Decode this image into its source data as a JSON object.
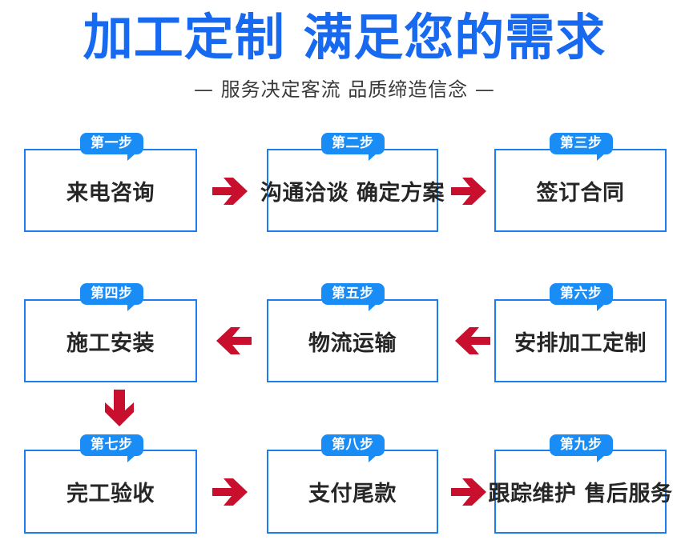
{
  "header": {
    "title": "加工定制 满足您的需求",
    "subtitle": "— 服务决定客流 品质缔造信念 —",
    "title_color": "#1769f0",
    "subtitle_color": "#3a3a3a"
  },
  "theme": {
    "box_border_color": "#1a7ef0",
    "badge_color": "#1a8cf5",
    "arrow_color": "#c8102e",
    "box_text_color": "#262626",
    "background": "#ffffff"
  },
  "flow": {
    "steps": [
      {
        "badge": "第一步",
        "label": "来电咨询"
      },
      {
        "badge": "第二步",
        "label": "沟通洽谈 确定方案"
      },
      {
        "badge": "第三步",
        "label": "签订合同"
      },
      {
        "badge": "第四步",
        "label": "施工安装"
      },
      {
        "badge": "第五步",
        "label": "物流运输"
      },
      {
        "badge": "第六步",
        "label": "安排加工定制"
      },
      {
        "badge": "第七步",
        "label": "完工验收"
      },
      {
        "badge": "第八步",
        "label": "支付尾款"
      },
      {
        "badge": "第九步",
        "label": "跟踪维护 售后服务"
      }
    ],
    "connectors": [
      {
        "name": "arrow-step1-to-step2",
        "direction": "right"
      },
      {
        "name": "arrow-step2-to-step3",
        "direction": "right"
      },
      {
        "name": "arrow-step5-to-step4",
        "direction": "left"
      },
      {
        "name": "arrow-step6-to-step5",
        "direction": "left"
      },
      {
        "name": "arrow-step4-to-step7",
        "direction": "down"
      },
      {
        "name": "arrow-step7-to-step8",
        "direction": "right"
      },
      {
        "name": "arrow-step8-to-step9",
        "direction": "right"
      }
    ]
  }
}
